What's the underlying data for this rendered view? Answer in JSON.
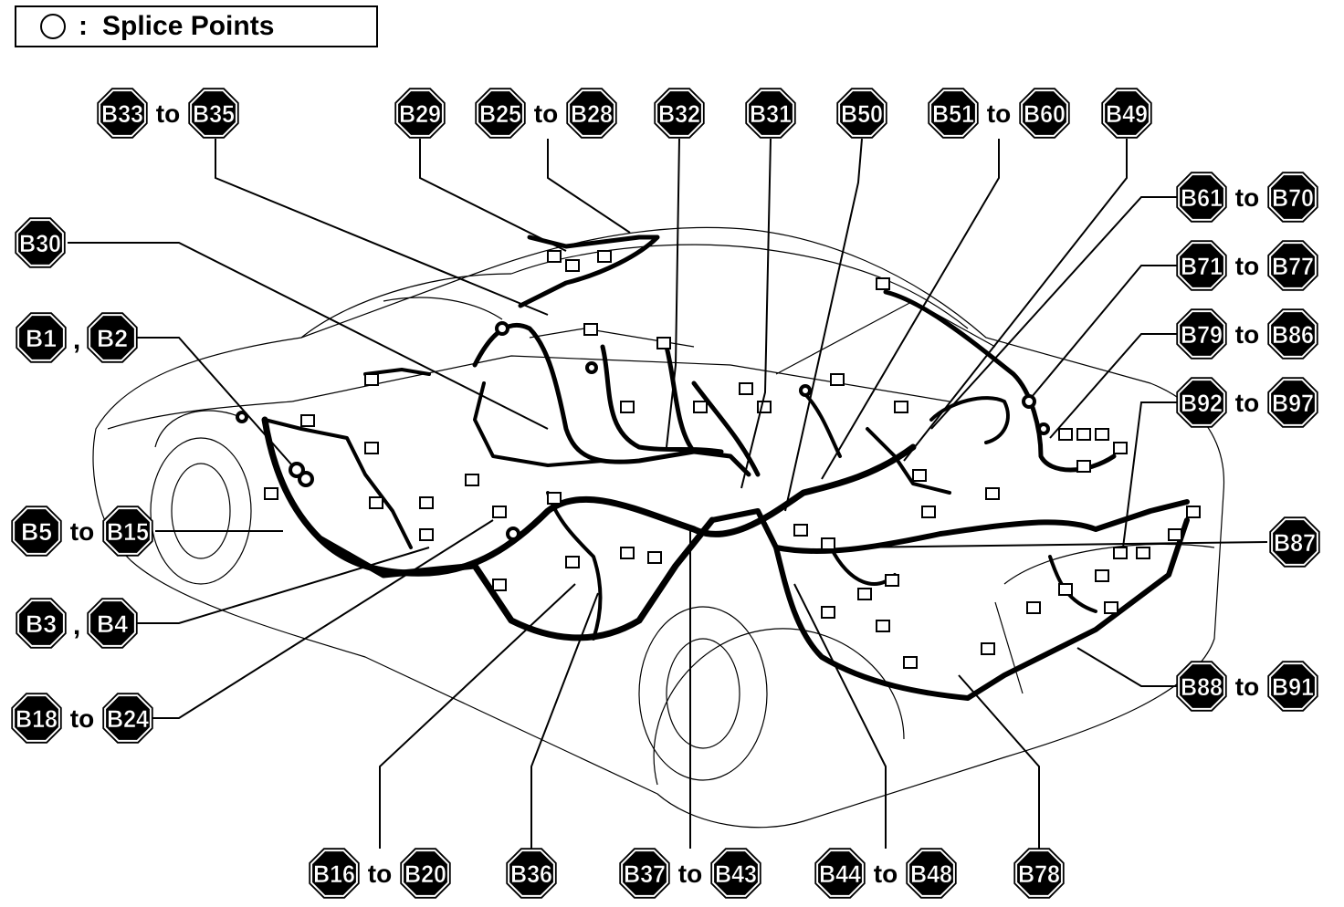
{
  "legend": {
    "symbol": "○",
    "separator": ":",
    "text": "Splice Points"
  },
  "labels": [
    {
      "id": "b33-b35",
      "parts": [
        "B33",
        "to",
        "B35"
      ]
    },
    {
      "id": "b29",
      "parts": [
        "B29"
      ]
    },
    {
      "id": "b25-b28",
      "parts": [
        "B25",
        "to",
        "B28"
      ]
    },
    {
      "id": "b32",
      "parts": [
        "B32"
      ]
    },
    {
      "id": "b31",
      "parts": [
        "B31"
      ]
    },
    {
      "id": "b50",
      "parts": [
        "B50"
      ]
    },
    {
      "id": "b51-b60",
      "parts": [
        "B51",
        "to",
        "B60"
      ]
    },
    {
      "id": "b49",
      "parts": [
        "B49"
      ]
    },
    {
      "id": "b30",
      "parts": [
        "B30"
      ]
    },
    {
      "id": "b61-b70",
      "parts": [
        "B61",
        "to",
        "B70"
      ]
    },
    {
      "id": "b1-b2",
      "parts": [
        "B1",
        ",",
        "B2"
      ]
    },
    {
      "id": "b71-b77",
      "parts": [
        "B71",
        "to",
        "B77"
      ]
    },
    {
      "id": "b79-b86",
      "parts": [
        "B79",
        "to",
        "B86"
      ]
    },
    {
      "id": "b92-b97",
      "parts": [
        "B92",
        "to",
        "B97"
      ]
    },
    {
      "id": "b5-b15",
      "parts": [
        "B5",
        "to",
        "B15"
      ]
    },
    {
      "id": "b87",
      "parts": [
        "B87"
      ]
    },
    {
      "id": "b3-b4",
      "parts": [
        "B3",
        ",",
        "B4"
      ]
    },
    {
      "id": "b88-b91",
      "parts": [
        "B88",
        "to",
        "B91"
      ]
    },
    {
      "id": "b18-b24",
      "parts": [
        "B18",
        "to",
        "B24"
      ]
    },
    {
      "id": "b16-b20",
      "parts": [
        "B16",
        "to",
        "B20"
      ]
    },
    {
      "id": "b36",
      "parts": [
        "B36"
      ]
    },
    {
      "id": "b37-b43",
      "parts": [
        "B37",
        "to",
        "B43"
      ]
    },
    {
      "id": "b44-b48",
      "parts": [
        "B44",
        "to",
        "B48"
      ]
    },
    {
      "id": "b78",
      "parts": [
        "B78"
      ]
    }
  ]
}
